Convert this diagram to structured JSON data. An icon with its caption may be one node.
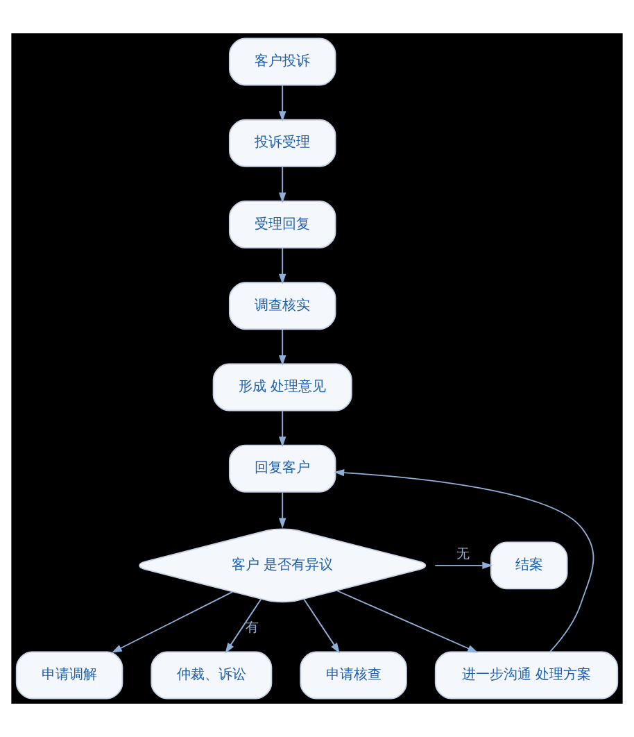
{
  "diagram": {
    "nodes": [
      {
        "text": [
          "客户投诉"
        ]
      },
      {
        "text": [
          "投诉受理"
        ]
      },
      {
        "text": [
          "受理回复"
        ]
      },
      {
        "text": [
          "调查核实"
        ]
      },
      {
        "text": [
          "形成 处理意见"
        ]
      },
      {
        "text": [
          "回复客户"
        ]
      },
      {
        "text": [
          "客户 是否有异议"
        ]
      },
      {
        "text": [
          "结案"
        ]
      },
      {
        "text": [
          "申请调解"
        ]
      },
      {
        "text": [
          "仲裁、诉讼"
        ]
      },
      {
        "text": [
          "申请核查"
        ]
      },
      {
        "text": [
          "进一步沟通 处理方案"
        ]
      }
    ],
    "edges": [
      {
        "from": 0,
        "to": 1,
        "arrow": "to"
      },
      {
        "from": 1,
        "to": 2,
        "arrow": "to"
      },
      {
        "from": 2,
        "to": 3,
        "arrow": "to"
      },
      {
        "from": 3,
        "to": 4,
        "arrow": "to"
      },
      {
        "from": 4,
        "to": 5,
        "arrow": "to"
      },
      {
        "from": 5,
        "to": 6,
        "arrow": "to"
      },
      {
        "from": 6,
        "to": 7,
        "arrow": "to",
        "label": "无"
      },
      {
        "from": 6,
        "to": 8,
        "arrow": "to"
      },
      {
        "from": 6,
        "to": 9,
        "arrow": "to",
        "label": "有"
      },
      {
        "from": 6,
        "to": 10,
        "arrow": "to"
      },
      {
        "from": 6,
        "to": 11,
        "arrow": "to"
      },
      {
        "from": 11,
        "to": 5,
        "arrow": "to"
      }
    ]
  }
}
